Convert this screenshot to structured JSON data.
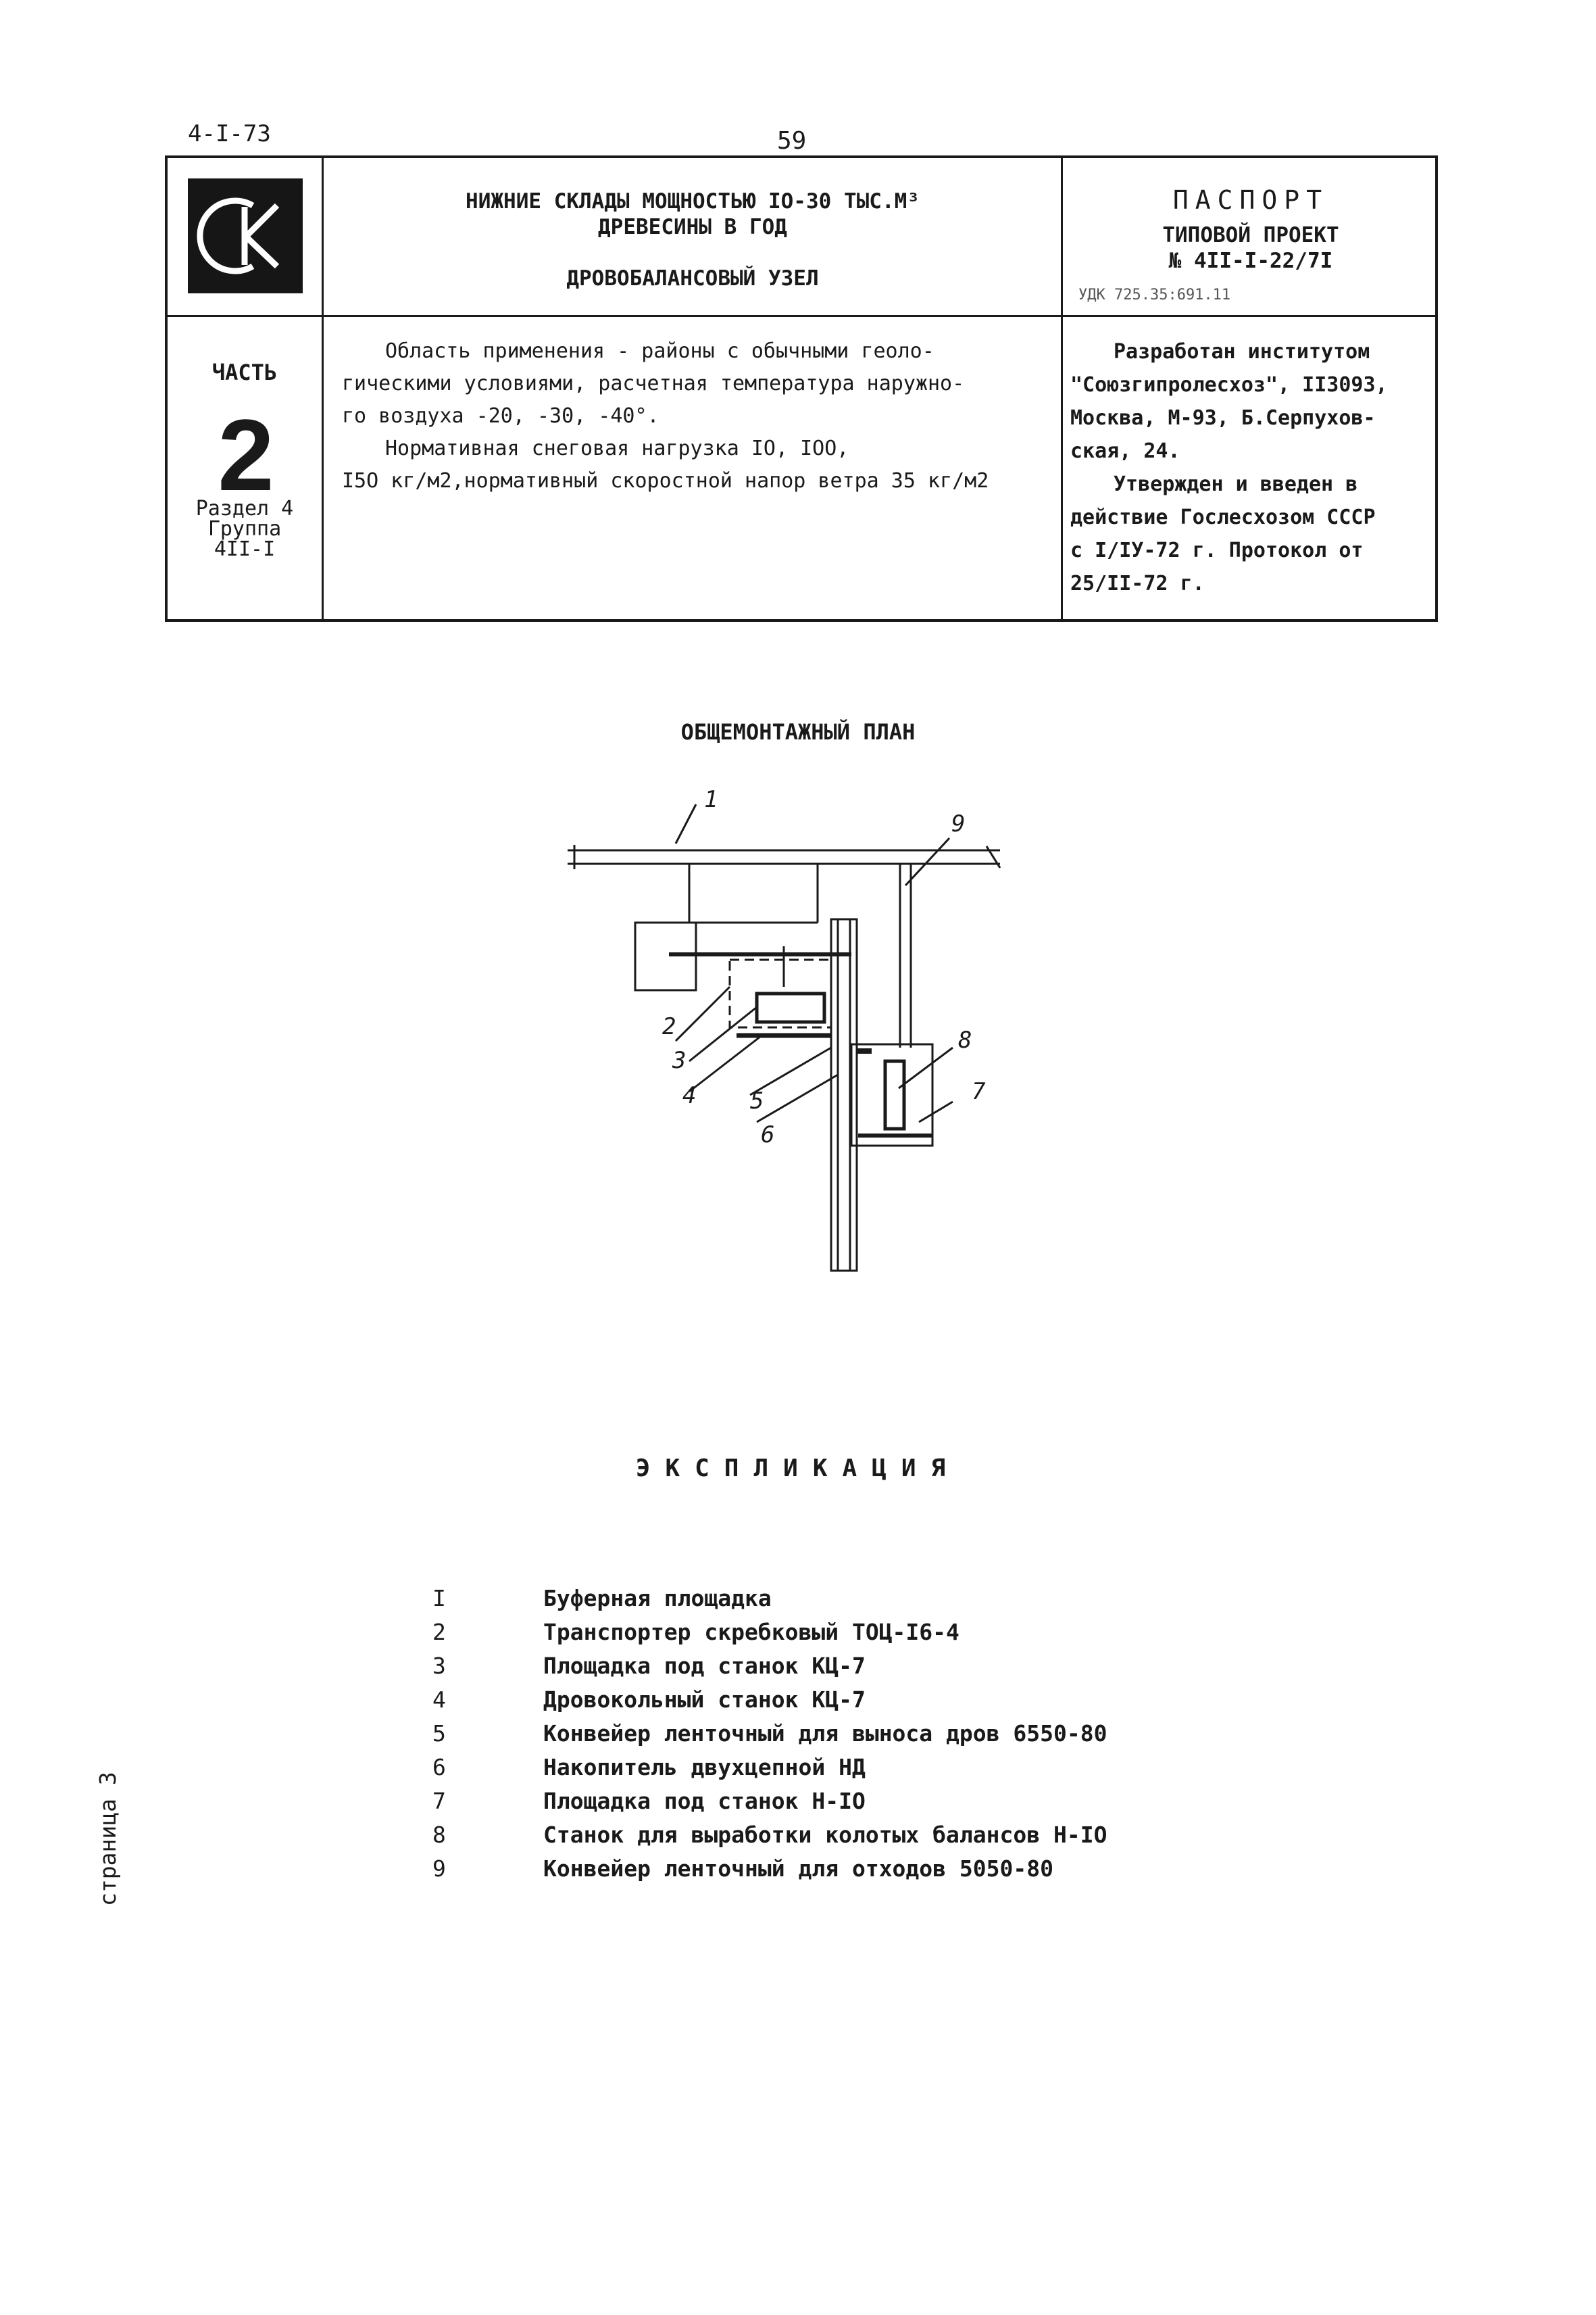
{
  "header": {
    "doc_code": "4-I-73",
    "page_number": "59"
  },
  "title_block": {
    "logo_letters": "CK",
    "title_line1": "НИЖНИЕ СКЛАДЫ МОЩНОСТЬЮ IO-30 ТЫС.М³",
    "title_line2": "ДРЕВЕСИНЫ В ГОД",
    "subtitle": "ДРОВОБАЛАНСОВЫЙ УЗЕЛ",
    "passport_label": "ПАСПОРТ",
    "project_type": "ТИПОВОЙ ПРОЕКТ",
    "project_number": "№ 4II-I-22/7I",
    "udk_code": "УДК 725.35:691.11",
    "part_label": "ЧАСТЬ",
    "part_number": "2",
    "section": "Раздел 4",
    "group_label": "Группа",
    "group_number": "4II-I",
    "description_line1": "Область применения - районы с обычными геоло-",
    "description_line2": "гическими условиями, расчетная температура наружно-",
    "description_line3": "го воздуха -20, -30, -40°.",
    "description_line4": "Нормативная снеговая нагрузка IO, IOO,",
    "description_line5": "I5O кг/м2,нормативный скоростной напор ветра 35 кг/м2",
    "org_line1": "Разработан институтом",
    "org_line2": "\"Союзгипролесхоз\", II3093,",
    "org_line3": "Москва, М-93, Б.Серпухов-",
    "org_line4": "ская, 24.",
    "org_line5": "Утвержден и введен в",
    "org_line6": "действие Гослесхозом СССР",
    "org_line7": "с I/IУ-72 г. Протокол от",
    "org_line8": "25/II-72 г."
  },
  "plan": {
    "title": "ОБЩЕМОНТАЖНЫЙ ПЛАН",
    "callouts": [
      "1",
      "2",
      "3",
      "4",
      "5",
      "6",
      "7",
      "8",
      "9"
    ]
  },
  "explication": {
    "title": "ЭКСПЛИКАЦИЯ",
    "items": [
      {
        "num": "I",
        "text": "Буферная площадка"
      },
      {
        "num": "2",
        "text": "Транспортер скребковый ТОЦ-I6-4"
      },
      {
        "num": "3",
        "text": "Площадка под станок КЦ-7"
      },
      {
        "num": "4",
        "text": "Дровокольный станок КЦ-7"
      },
      {
        "num": "5",
        "text": "Конвейер ленточный для выноса дров 6550-80"
      },
      {
        "num": "6",
        "text": "Накопитель двухцепной НД"
      },
      {
        "num": "7",
        "text": "Площадка под станок Н-IO"
      },
      {
        "num": "8",
        "text": "Станок для выработки колотых балансов Н-IO"
      },
      {
        "num": "9",
        "text": "Конвейер ленточный для отходов 5050-80"
      }
    ]
  },
  "footer": {
    "side_label": "страница 3"
  }
}
